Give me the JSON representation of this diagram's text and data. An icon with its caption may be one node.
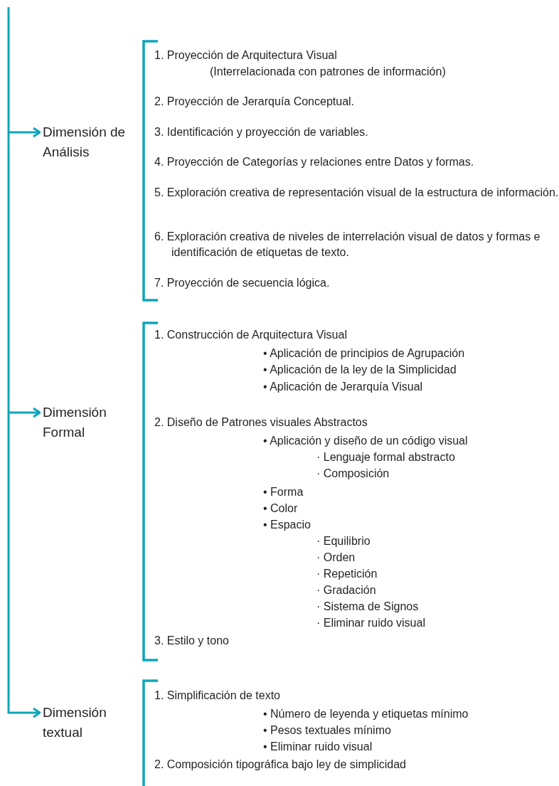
{
  "diagram": {
    "nodes": [
      {
        "text": [
          "Dimensión de Análisis"
        ]
      },
      {
        "text": [
          "1. Proyección de Arquitectura Visual",
          "(Interrelacionada con patrones de información)",
          "2. Proyección de Jerarquía Conceptual.",
          "3. Identificación y proyección de variables.",
          "4. Proyección de Categorías y relaciones entre Datos y formas.",
          "5. Exploración creativa de representación visual de la estructura de información.",
          "6. Exploración creativa de niveles de interrelación visual de datos y formas e identificación de etiquetas de texto.",
          "7. Proyección de secuencia lógica."
        ]
      },
      {
        "text": [
          "Dimensión Formal"
        ]
      },
      {
        "text": [
          "1. Construcción de Arquitectura Visual",
          "• Aplicación de principios de Agrupación",
          "• Aplicación de la ley de la Simplicidad",
          "• Aplicación de Jerarquía Visual",
          "2. Diseño de Patrones visuales Abstractos",
          "• Aplicación y diseño de un código visual",
          "· Lenguaje formal abstracto",
          "· Composición",
          "• Forma",
          "• Color",
          "• Espacio",
          "· Equilibrio",
          "· Orden",
          "· Repetición",
          "· Gradación",
          "· Sistema de Signos",
          "· Eliminar ruido visual",
          "3. Estilo y tono"
        ]
      },
      {
        "text": [
          "Dimensión textual"
        ]
      },
      {
        "text": [
          "1. Simplificación de texto",
          "• Número de leyenda y etiquetas mínimo",
          "• Pesos textuales mínimo",
          "• Eliminar ruido visual",
          "2. Composición tipográfica bajo ley de simplicidad"
        ]
      }
    ],
    "edges": [
      {
        "from": null,
        "to": 0,
        "arrow": "to"
      },
      {
        "from": null,
        "to": 2,
        "arrow": "to"
      },
      {
        "from": null,
        "to": 4,
        "arrow": "to"
      }
    ]
  }
}
